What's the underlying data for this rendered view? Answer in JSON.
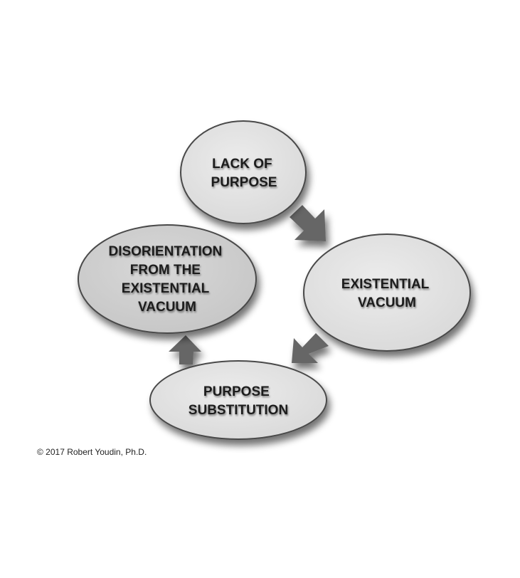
{
  "diagram": {
    "nodes": [
      {
        "id": "lack-of-purpose",
        "lines": [
          "LACK OF",
          "PURPOSE"
        ]
      },
      {
        "id": "existential-vacuum",
        "lines": [
          "EXISTENTIAL",
          "VACUUM"
        ]
      },
      {
        "id": "purpose-substitution",
        "lines": [
          "PURPOSE",
          "SUBSTITUTION"
        ]
      },
      {
        "id": "disorientation",
        "lines": [
          "DISORIENTATION",
          "FROM THE",
          "EXISTENTIAL",
          "VACUUM"
        ]
      }
    ],
    "edges": [
      {
        "from": "lack-of-purpose",
        "to": "existential-vacuum"
      },
      {
        "from": "existential-vacuum",
        "to": "purpose-substitution"
      },
      {
        "from": "purpose-substitution",
        "to": "disorientation"
      }
    ]
  },
  "colors": {
    "node_light": "#e6e6e6",
    "node_dark": "#d2d2d2",
    "node_stroke": "#4a4a4a",
    "arrow": "#666666",
    "text": "#1c1c1c"
  },
  "footer": {
    "copyright": "© 2017 Robert Youdin, Ph.D."
  }
}
